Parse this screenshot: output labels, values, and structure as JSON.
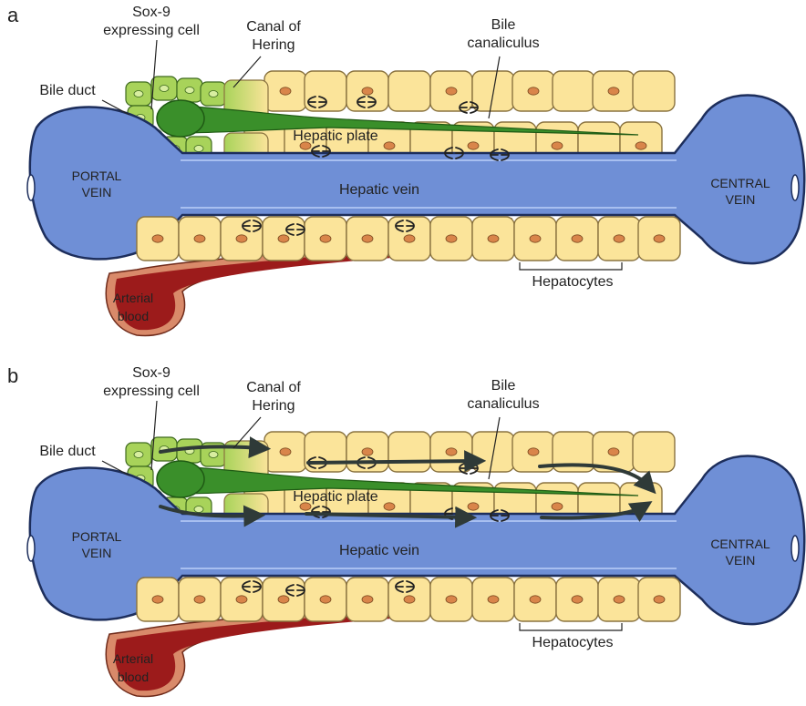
{
  "colors": {
    "vein_fill": "#6f8fd6",
    "vein_outline": "#1d2e5c",
    "vein_light": "#a8bff0",
    "hepatocyte_fill": "#fbe49a",
    "hepatocyte_outline": "#8a7340",
    "nucleus": "#d9854a",
    "duct_cell": "#a8d35a",
    "duct_outline": "#3f6b1f",
    "canal_green": "#3a8f2a",
    "arterial": "#9c1b1b",
    "arterial_outer": "#d98a6a",
    "arrow": "#2f3a38"
  },
  "panels": [
    {
      "letter": "a",
      "labels": {
        "sox9": [
          "Sox-9",
          "expressing cell"
        ],
        "canal": [
          "Canal of",
          "Hering"
        ],
        "bile_canaliculus": [
          "Bile",
          "canaliculus"
        ],
        "bile_duct": "Bile duct",
        "hepatic_plate": "Hepatic plate",
        "portal_vein": [
          "PORTAL",
          "VEIN"
        ],
        "hepatic_vein": "Hepatic vein",
        "central_vein": [
          "CENTRAL",
          "VEIN"
        ],
        "hepatocytes": "Hepatocytes",
        "arterial_blood": [
          "Arterial",
          "blood"
        ]
      },
      "show_arrows": false
    },
    {
      "letter": "b",
      "labels": {
        "sox9": [
          "Sox-9",
          "expressing cell"
        ],
        "canal": [
          "Canal of",
          "Hering"
        ],
        "bile_canaliculus": [
          "Bile",
          "canaliculus"
        ],
        "bile_duct": "Bile duct",
        "hepatic_plate": "Hepatic plate",
        "portal_vein": [
          "PORTAL",
          "VEIN"
        ],
        "hepatic_vein": "Hepatic vein",
        "central_vein": [
          "CENTRAL",
          "VEIN"
        ],
        "hepatocytes": "Hepatocytes",
        "arterial_blood": [
          "Arterial",
          "blood"
        ]
      },
      "show_arrows": true
    }
  ],
  "mitosis_icons": [
    "mitosis-icon"
  ]
}
